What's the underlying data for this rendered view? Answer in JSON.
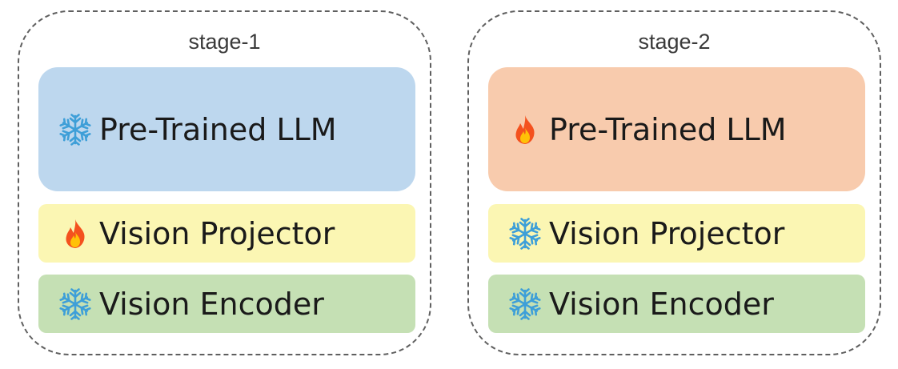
{
  "colors": {
    "llm_frozen": "#bdd7ee",
    "llm_trained": "#f8cbad",
    "projector": "#fbf6b3",
    "encoder": "#c5e0b4",
    "snowflake": "#3e9fd8",
    "flame_outer": "#f4511e",
    "flame_inner": "#ffc107"
  },
  "stages": [
    {
      "title": "stage-1",
      "blocks": {
        "llm": {
          "label": "Pre-Trained LLM",
          "icon": "snowflake-icon"
        },
        "projector": {
          "label": "Vision Projector",
          "icon": "fire-icon"
        },
        "encoder": {
          "label": "Vision Encoder",
          "icon": "snowflake-icon"
        }
      }
    },
    {
      "title": "stage-2",
      "blocks": {
        "llm": {
          "label": "Pre-Trained LLM",
          "icon": "fire-icon"
        },
        "projector": {
          "label": "Vision Projector",
          "icon": "snowflake-icon"
        },
        "encoder": {
          "label": "Vision Encoder",
          "icon": "snowflake-icon"
        }
      }
    }
  ]
}
